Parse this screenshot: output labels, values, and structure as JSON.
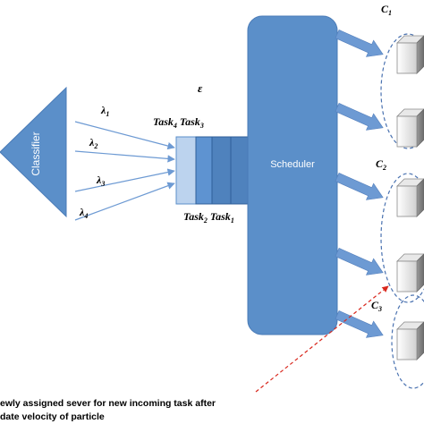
{
  "classifier": {
    "label": "Classifier"
  },
  "rates": [
    {
      "base": "λ",
      "sub": "1"
    },
    {
      "base": "λ",
      "sub": "2"
    },
    {
      "base": "λ",
      "sub": "3"
    },
    {
      "base": "λ",
      "sub": "4"
    }
  ],
  "epsilon": "ε",
  "queue": {
    "top_tasks": [
      {
        "base": "Task",
        "sub": "4"
      },
      {
        "base": "Task",
        "sub": "3"
      }
    ],
    "bottom_tasks": [
      {
        "base": "Task",
        "sub": "2"
      },
      {
        "base": "Task",
        "sub": "1"
      }
    ]
  },
  "scheduler": {
    "label": "Scheduler"
  },
  "clusters": [
    {
      "base": "C",
      "sub": "1"
    },
    {
      "base": "C",
      "sub": "2"
    },
    {
      "base": "C",
      "sub": "3"
    }
  ],
  "annotation": {
    "line1": "ewly assigned sever for new incoming task after",
    "line2": "date velocity of particle"
  },
  "colors": {
    "primary_blue": "#5b8fc9",
    "primary_blue_dark": "#4f82bd",
    "arrow_blue": "#6d9ad3",
    "dash_blue": "#4a72b0",
    "annotation_red": "#d9281e"
  }
}
